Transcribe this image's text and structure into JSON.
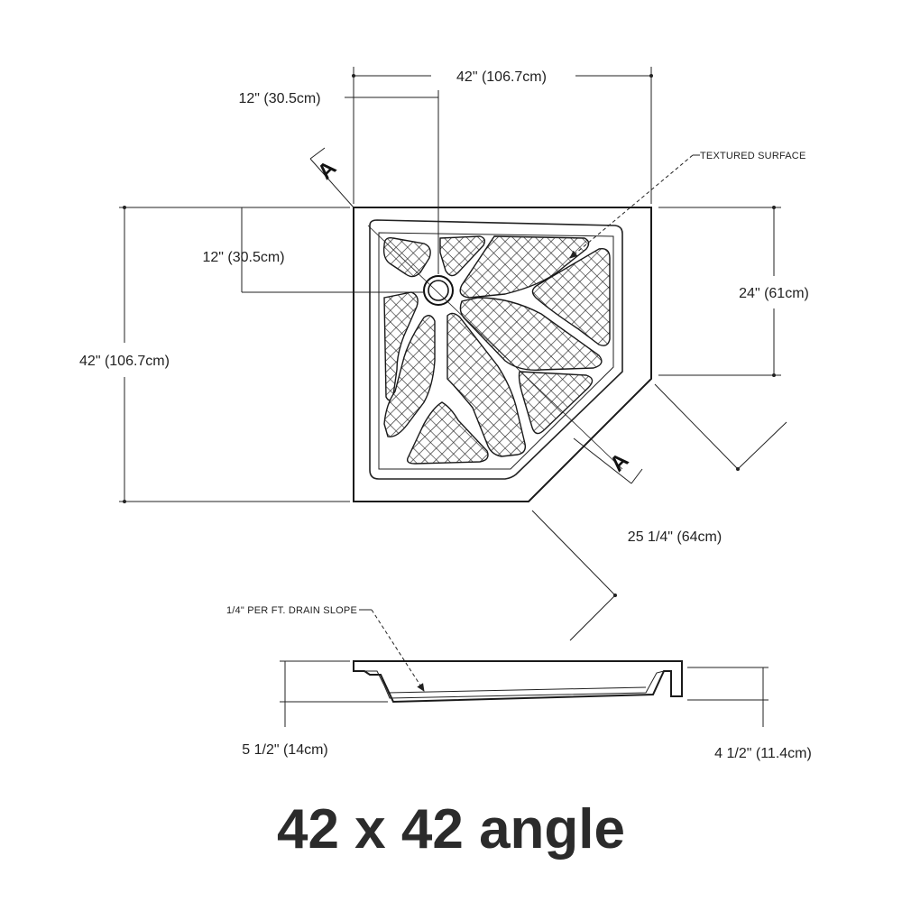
{
  "dimensions": {
    "top_width": "42\" (106.7cm)",
    "drain_offset_x": "12\" (30.5cm)",
    "drain_offset_y": "12\" (30.5cm)",
    "left_height": "42\" (106.7cm)",
    "right_height": "24\" (61cm)",
    "angle_side": "25 1/4\" (64cm)",
    "depth_left": "5 1/2\" (14cm)",
    "depth_right": "4 1/2\" (11.4cm)"
  },
  "notes": {
    "textured_surface": "TEXTURED SURFACE",
    "drain_slope": "1/4\" PER FT. DRAIN SLOPE"
  },
  "section_marker": "A",
  "caption": "42 x 42 angle"
}
